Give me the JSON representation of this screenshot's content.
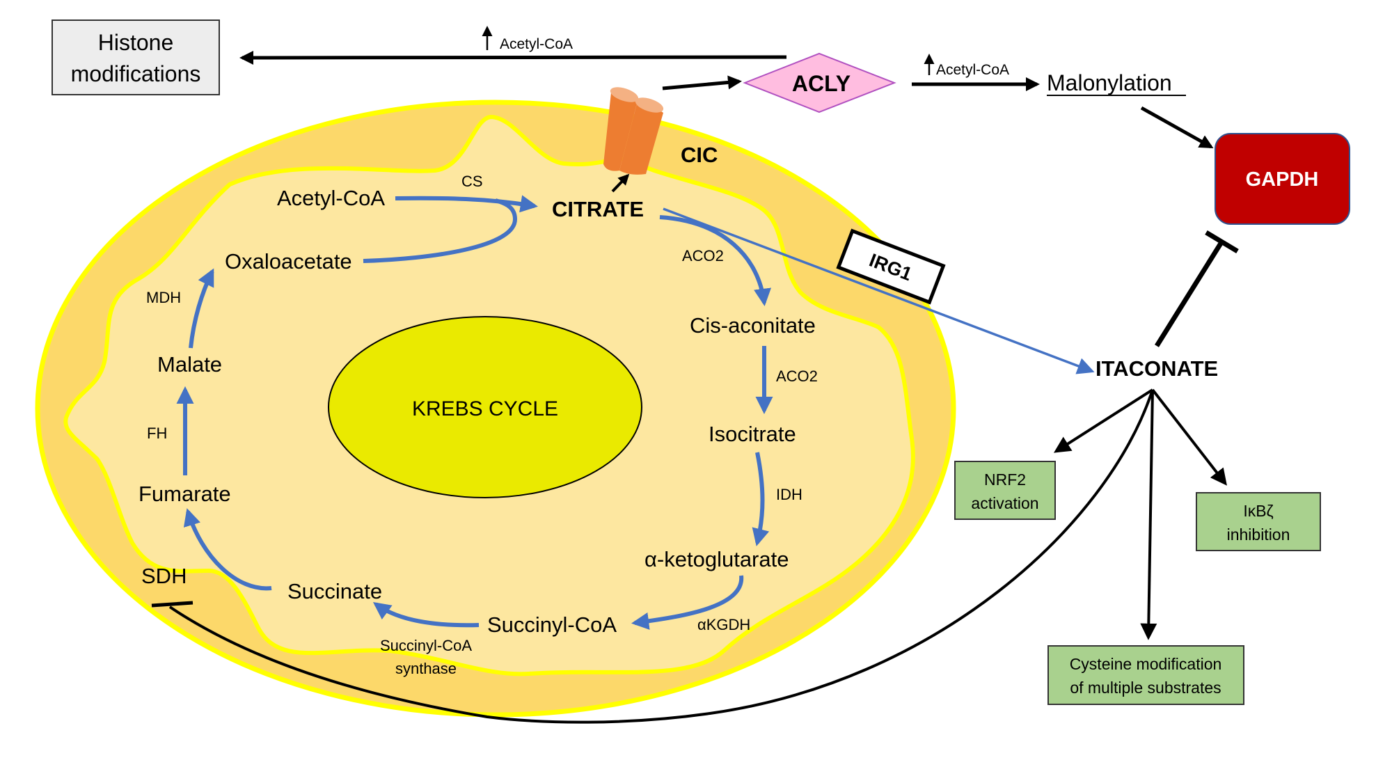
{
  "title": "Itaconate and citrate metabolism in the Krebs cycle",
  "colors": {
    "cell_outer": "#fcd86a",
    "cell_inner": "#fde7a0",
    "membrane": "#ffff00",
    "krebs_fill": "#eaea00",
    "cycle_arrow": "#4472c4",
    "black_arrow": "#000000",
    "acly_fill": "#ffbde0",
    "acly_stroke": "#b050c0",
    "gapdh_fill": "#c00000",
    "green_box": "#a9d18e",
    "histone_box": "#ededed",
    "channel": "#ed7d31"
  },
  "cell": {
    "center_label": "KREBS CYCLE",
    "transporter_label": "CIC"
  },
  "metabolites": {
    "acetyl_coa": "Acetyl-CoA",
    "citrate": "CITRATE",
    "cis_aconitate": "Cis-aconitate",
    "isocitrate": "Isocitrate",
    "alpha_kg": "α-ketoglutarate",
    "succinyl_coa": "Succinyl-CoA",
    "succinate": "Succinate",
    "fumarate": "Fumarate",
    "malate": "Malate",
    "oxaloacetate": "Oxaloacetate",
    "itaconate": "ITACONATE"
  },
  "enzymes": {
    "cs": "CS",
    "aco2_a": "ACO2",
    "aco2_b": "ACO2",
    "idh": "IDH",
    "akgdh": "αKGDH",
    "scs_line1": "Succinyl-CoA",
    "scs_line2": "synthase",
    "sdh": "SDH",
    "fh": "FH",
    "mdh": "MDH",
    "irg1": "IRG1",
    "acly": "ACLY",
    "gapdh": "GAPDH"
  },
  "cytosol": {
    "histone_line1": "Histone",
    "histone_line2": "modifications",
    "acetyl_up_1": "Acetyl-CoA",
    "acetyl_up_2": "Acetyl-CoA",
    "malonylation": "Malonylation"
  },
  "effects": {
    "nrf2_line1": "NRF2",
    "nrf2_line2": "activation",
    "ikbz_line1": "IκBζ",
    "ikbz_line2": "inhibition",
    "cys_line1": "Cysteine modification",
    "cys_line2": "of multiple substrates"
  }
}
